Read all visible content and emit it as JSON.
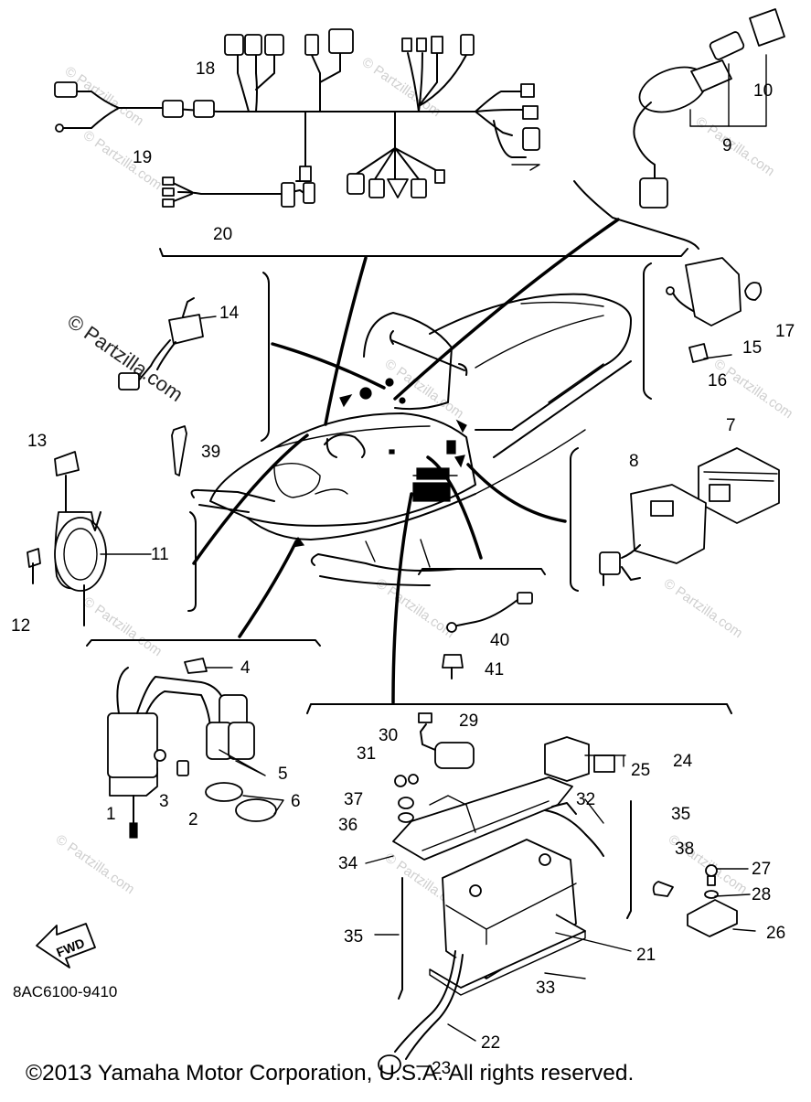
{
  "drawing_code": "8AC6100-9410",
  "copyright": "©2013 Yamaha Motor Corporation, U.S.A. All rights reserved.",
  "fwd_label": "FWD",
  "watermark": "© Partzilla.com",
  "callouts": [
    "1",
    "2",
    "3",
    "4",
    "5",
    "6",
    "7",
    "8",
    "9",
    "10",
    "11",
    "12",
    "13",
    "14",
    "15",
    "16",
    "17",
    "18",
    "19",
    "20",
    "21",
    "22",
    "23",
    "24",
    "25",
    "26",
    "27",
    "28",
    "29",
    "30",
    "31",
    "32",
    "33",
    "34",
    "35",
    "35",
    "36",
    "37",
    "38",
    "39",
    "40",
    "41"
  ]
}
